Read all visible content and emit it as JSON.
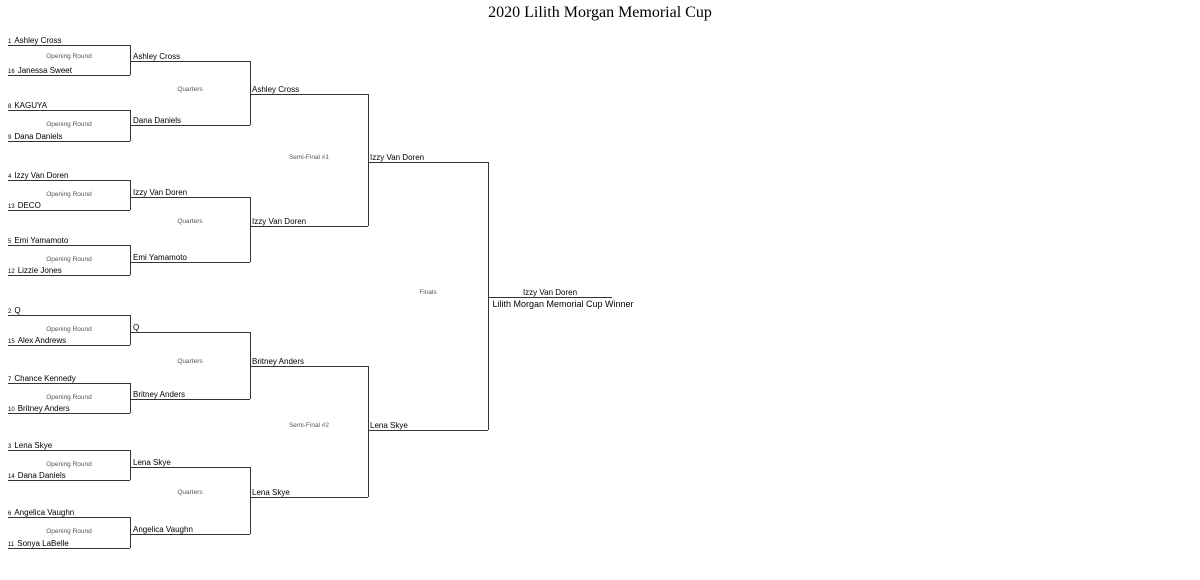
{
  "title": "2020 Lilith Morgan Memorial Cup",
  "labels": {
    "opening_round": "Opening Round",
    "quarters": "Quarters",
    "semi_final_1": "Semi-Final #1",
    "semi_final_2": "Semi-Final #2",
    "finals": "Finals"
  },
  "opening_matches": [
    {
      "top_seed": "1",
      "top_name": "Ashley Cross",
      "bottom_seed": "16",
      "bottom_name": "Janessa Sweet",
      "winner": "Ashley Cross"
    },
    {
      "top_seed": "8",
      "top_name": "KAGUYA",
      "bottom_seed": "9",
      "bottom_name": "Dana Daniels",
      "winner": "Dana Daniels"
    },
    {
      "top_seed": "4",
      "top_name": "Izzy Van Doren",
      "bottom_seed": "13",
      "bottom_name": "DECO",
      "winner": "Izzy Van Doren"
    },
    {
      "top_seed": "5",
      "top_name": "Emi Yamamoto",
      "bottom_seed": "12",
      "bottom_name": "Lizzie Jones",
      "winner": "Emi Yamamoto"
    },
    {
      "top_seed": "2",
      "top_name": "Q",
      "bottom_seed": "15",
      "bottom_name": "Alex Andrews",
      "winner": "Q"
    },
    {
      "top_seed": "7",
      "top_name": "Chance Kennedy",
      "bottom_seed": "10",
      "bottom_name": "Britney Anders",
      "winner": "Britney Anders"
    },
    {
      "top_seed": "3",
      "top_name": "Lena Skye",
      "bottom_seed": "14",
      "bottom_name": "Dana Daniels",
      "winner": "Lena Skye"
    },
    {
      "top_seed": "6",
      "top_name": "Angelica Vaughn",
      "bottom_seed": "11",
      "bottom_name": "Sonya LaBelle",
      "winner": "Angelica Vaughn"
    }
  ],
  "quarter_winners": [
    "Ashley Cross",
    "Izzy Van Doren",
    "Britney Anders",
    "Lena Skye"
  ],
  "semi_winners": [
    "Izzy Van Doren",
    "Lena Skye"
  ],
  "final_winner": "Izzy Van Doren",
  "winner_caption": "Lilith Morgan Memorial Cup Winner",
  "colors": {
    "background": "#ffffff",
    "line": "#333333",
    "round_label": "#555555",
    "text": "#000000"
  }
}
